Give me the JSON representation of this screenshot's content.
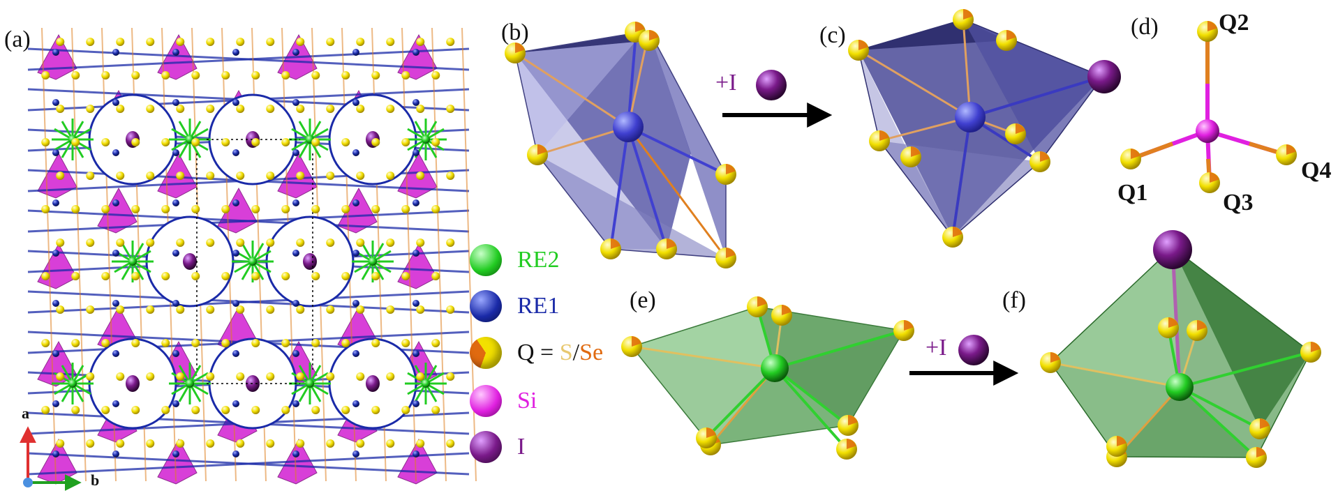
{
  "panels": {
    "a": "(a)",
    "b": "(b)",
    "c": "(c)",
    "d": "(d)",
    "e": "(e)",
    "f": "(f)"
  },
  "arrows": {
    "top": "+I",
    "bottom": "+I"
  },
  "axes": {
    "a": "a",
    "b": "b"
  },
  "legend": {
    "re2": "RE2",
    "re1": "RE1",
    "q_prefix": "Q = ",
    "q_s": "S",
    "q_slash": "/",
    "q_se": "Se",
    "si": "Si",
    "i": "I"
  },
  "q_sites": {
    "q1": "Q1",
    "q2": "Q2",
    "q3": "Q3",
    "q4": "Q4"
  },
  "colors": {
    "re2": "#22cc22",
    "re1": "#1a2aa8",
    "q": "#f2e000",
    "q_s": "#e8d27a",
    "q_se": "#e06a10",
    "si": "#e020e0",
    "i": "#7a1a8a",
    "bond_orange": "#e08020",
    "polyhedron_blue": "#7070c0",
    "polyhedron_green": "#4a9a4a"
  }
}
